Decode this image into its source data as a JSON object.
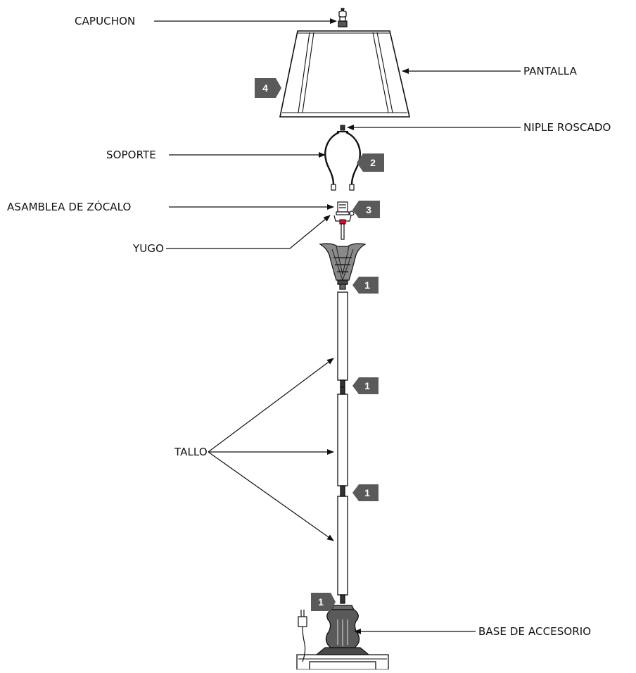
{
  "labels": {
    "capuchon": "CAPUCHON",
    "pantalla": "PANTALLA",
    "niple_roscado": "NIPLE ROSCADO",
    "soporte": "SOPORTE",
    "asamblea_zocalo": "ASAMBLEA DE ZÓCALO",
    "yugo": "YUGO",
    "tallo": "TALLO",
    "base_accesorio": "BASE DE ACCESORIO"
  },
  "steps": {
    "shade": "4",
    "harp": "2",
    "socket": "3",
    "stem_1": "1",
    "stem_2": "1",
    "stem_3": "1",
    "base": "1"
  },
  "colors": {
    "line": "#111111",
    "tag": "#5a5a5a",
    "metal_dark": "#3a3a3a",
    "accent_red": "#d0102a"
  }
}
